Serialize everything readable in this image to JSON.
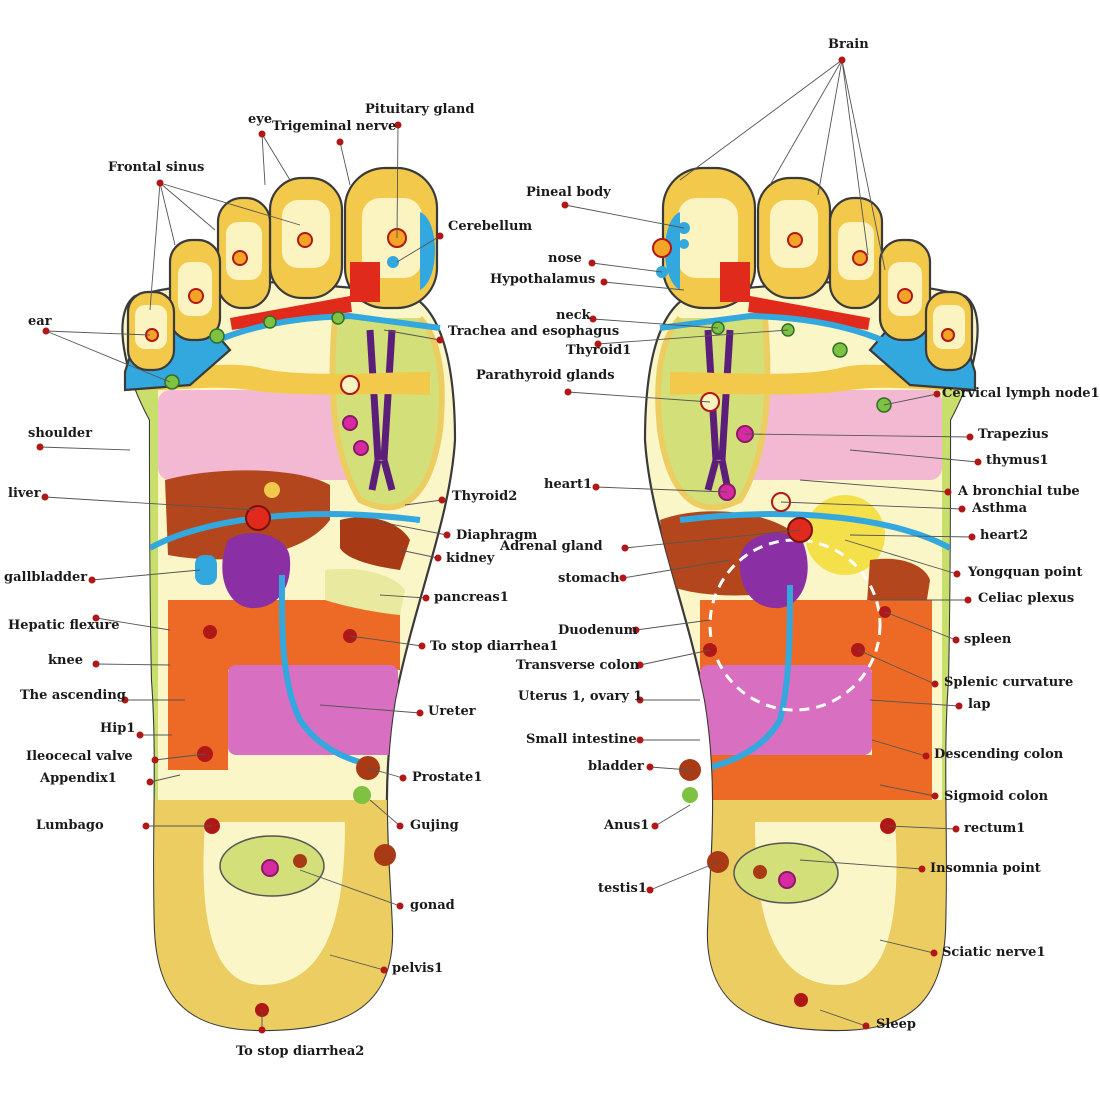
{
  "title": "",
  "colors": {
    "sole": "#fbf6c8",
    "heel": "#eccd62",
    "side": "#c9df6c",
    "toe": "#f3c94b",
    "toe_tip": "#fbf3c0",
    "blue": "#33a8de",
    "red": "#e02a1c",
    "pink": "#f3b9d3",
    "orange": "#ec6a26",
    "magenta": "#d96fc0",
    "purple": "#7b2d9a",
    "brown": "#a83a16",
    "lime": "#d3e07a",
    "yellow": "#f4e04a",
    "point": "#b01818"
  },
  "left_foot": {
    "labels": [
      {
        "text": "Pituitary gland"
      },
      {
        "text": "eye"
      },
      {
        "text": "Trigeminal nerve"
      },
      {
        "text": "Frontal sinus"
      },
      {
        "text": "Cerebellum"
      },
      {
        "text": "ear"
      },
      {
        "text": "Trachea and esophagus"
      },
      {
        "text": "shoulder"
      },
      {
        "text": "liver"
      },
      {
        "text": "Thyroid2"
      },
      {
        "text": "Diaphragm"
      },
      {
        "text": "kidney"
      },
      {
        "text": "gallbladder"
      },
      {
        "text": "pancreas1"
      },
      {
        "text": "Hepatic flexure"
      },
      {
        "text": "To stop diarrhea1"
      },
      {
        "text": "knee"
      },
      {
        "text": "The ascending"
      },
      {
        "text": "Ureter"
      },
      {
        "text": "Hip1"
      },
      {
        "text": "Ileocecal valve"
      },
      {
        "text": "Appendix1"
      },
      {
        "text": "Prostate1"
      },
      {
        "text": "Lumbago"
      },
      {
        "text": "Gujing"
      },
      {
        "text": "gonad"
      },
      {
        "text": "pelvis1"
      },
      {
        "text": "To stop diarrhea2"
      }
    ]
  },
  "right_foot": {
    "labels": [
      {
        "text": "Brain"
      },
      {
        "text": "Pineal body"
      },
      {
        "text": "nose"
      },
      {
        "text": "Hypothalamus"
      },
      {
        "text": "neck"
      },
      {
        "text": "Thyroid1"
      },
      {
        "text": "Parathyroid glands"
      },
      {
        "text": "Cervical lymph node1"
      },
      {
        "text": "Trapezius"
      },
      {
        "text": "thymus1"
      },
      {
        "text": "heart1"
      },
      {
        "text": "A bronchial tube"
      },
      {
        "text": "Asthma"
      },
      {
        "text": "heart2"
      },
      {
        "text": "Adrenal gland"
      },
      {
        "text": "stomach"
      },
      {
        "text": "Yongquan point"
      },
      {
        "text": "Celiac plexus"
      },
      {
        "text": "Duodenum"
      },
      {
        "text": "spleen"
      },
      {
        "text": "Transverse colon"
      },
      {
        "text": "Splenic curvature"
      },
      {
        "text": "Uterus 1, ovary 1"
      },
      {
        "text": "lap"
      },
      {
        "text": "Small intestine"
      },
      {
        "text": "Descending colon"
      },
      {
        "text": "bladder"
      },
      {
        "text": "Sigmoid colon"
      },
      {
        "text": "Anus1"
      },
      {
        "text": "rectum1"
      },
      {
        "text": "Insomnia point"
      },
      {
        "text": "testis1"
      },
      {
        "text": "Sciatic nerve1"
      },
      {
        "text": "Sleep"
      }
    ]
  }
}
